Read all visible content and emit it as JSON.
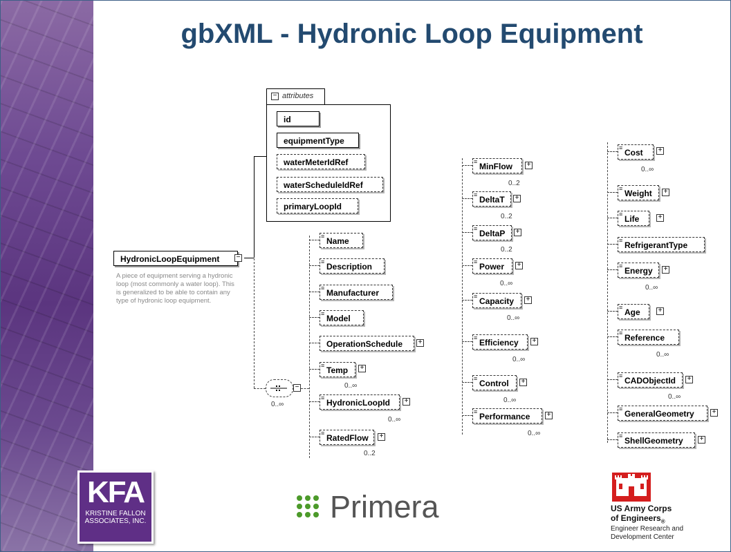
{
  "title": "gbXML - Hydronic Loop Equipment",
  "root": {
    "label": "HydronicLoopEquipment",
    "description": "A piece of equipment serving a hydronic loop (most commonly a water loop). This is generalized to be able to contain any type of hydronic loop equipment."
  },
  "attributes": {
    "header": "attributes",
    "items": [
      "id",
      "equipmentType",
      "waterMeterIdRef",
      "waterScheduleIdRef",
      "primaryLoopId"
    ]
  },
  "sequence_card": "0..∞",
  "columns": {
    "col1": [
      {
        "label": "Name",
        "card": ""
      },
      {
        "label": "Description",
        "card": ""
      },
      {
        "label": "Manufacturer",
        "card": ""
      },
      {
        "label": "Model",
        "card": ""
      },
      {
        "label": "OperationSchedule",
        "card": ""
      },
      {
        "label": "Temp",
        "card": "0..∞"
      },
      {
        "label": "HydronicLoopId",
        "card": "0..∞"
      },
      {
        "label": "RatedFlow",
        "card": "0..2"
      }
    ],
    "col2": [
      {
        "label": "MinFlow",
        "card": "0..2"
      },
      {
        "label": "DeltaT",
        "card": "0..2"
      },
      {
        "label": "DeltaP",
        "card": "0..2"
      },
      {
        "label": "Power",
        "card": "0..∞"
      },
      {
        "label": "Capacity",
        "card": "0..∞"
      },
      {
        "label": "Efficiency",
        "card": "0..∞"
      },
      {
        "label": "Control",
        "card": "0..∞"
      },
      {
        "label": "Performance",
        "card": "0..∞"
      }
    ],
    "col3": [
      {
        "label": "Cost",
        "card": "0..∞"
      },
      {
        "label": "Weight",
        "card": ""
      },
      {
        "label": "Life",
        "card": ""
      },
      {
        "label": "RefrigerantType",
        "card": ""
      },
      {
        "label": "Energy",
        "card": "0..∞"
      },
      {
        "label": "Age",
        "card": ""
      },
      {
        "label": "Reference",
        "card": "0..∞"
      },
      {
        "label": "CADObjectId",
        "card": "0..∞"
      },
      {
        "label": "GeneralGeometry",
        "card": ""
      },
      {
        "label": "ShellGeometry",
        "card": ""
      }
    ]
  },
  "logos": {
    "kfa_big": "KFA",
    "kfa_line1": "KRISTINE FALLON",
    "kfa_line2": "ASSOCIATES, INC.",
    "primera": "Primera",
    "usace_line1": "US Army Corps",
    "usace_line2": "of Engineers",
    "usace_mark": "®",
    "usace_line3": "Engineer Research and",
    "usace_line4": "Development Center"
  },
  "colors": {
    "title": "#234a70",
    "sidebar": "#6e4a92",
    "kfa": "#5f2f86",
    "primera_dots": "#4c9a2a",
    "usace_red": "#d41e1e"
  }
}
